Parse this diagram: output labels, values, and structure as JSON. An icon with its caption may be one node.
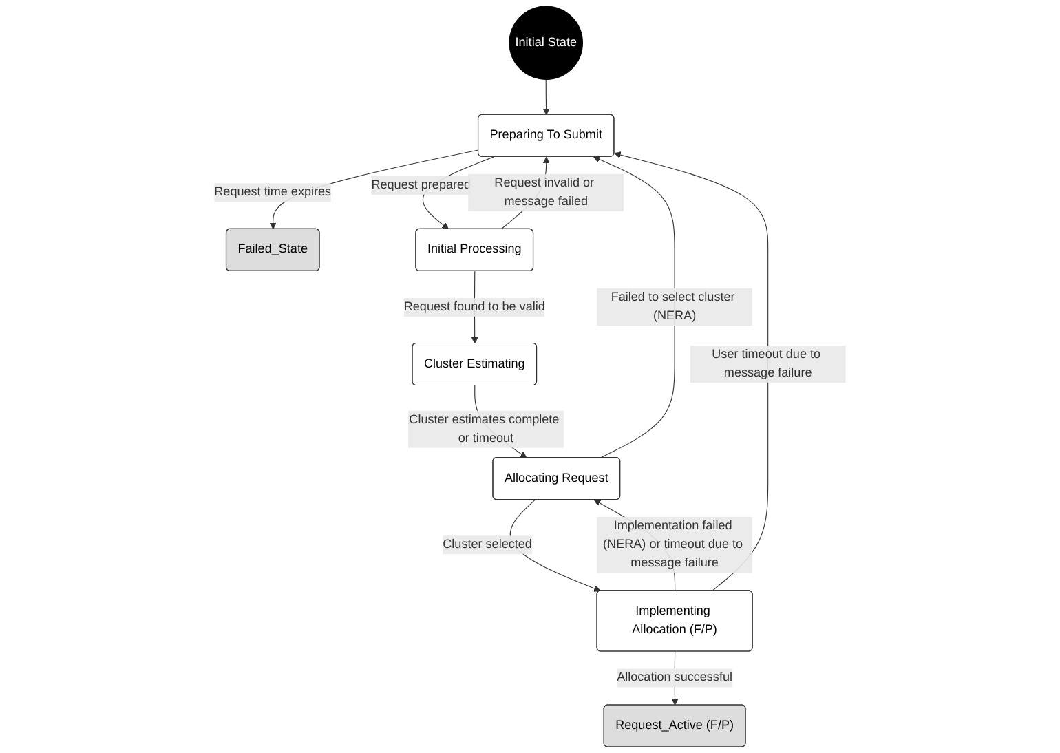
{
  "diagram": {
    "nodes": [
      {
        "text": [
          "Initial State"
        ]
      },
      {
        "text": [
          "Failed_State"
        ]
      },
      {
        "text": [
          "Request_Active (F/P)"
        ]
      },
      {
        "text": [
          "Preparing To Submit"
        ]
      },
      {
        "text": [
          "Implementing Allocation (F/P)"
        ]
      },
      {
        "text": [
          "Initial Processing"
        ]
      },
      {
        "text": [
          "Cluster Estimating"
        ]
      },
      {
        "text": [
          "Allocating Request"
        ]
      }
    ],
    "edges": [
      {
        "from": 0,
        "to": 3,
        "arrow": "to"
      },
      {
        "from": 3,
        "to": 1,
        "arrow": "to",
        "label": "Request time expires"
      },
      {
        "from": 4,
        "to": 3,
        "arrow": "to",
        "label": "User timeout due to message failure"
      },
      {
        "from": 3,
        "to": 5,
        "arrow": "to",
        "label": "Request prepared"
      },
      {
        "from": 5,
        "to": 3,
        "arrow": "to",
        "label": "Request invalid or message failed"
      },
      {
        "from": 7,
        "to": 3,
        "arrow": "to",
        "label": "Failed to select cluster (NERA)"
      },
      {
        "from": 5,
        "to": 6,
        "arrow": "to",
        "label": "Request found to be valid"
      },
      {
        "from": 6,
        "to": 7,
        "arrow": "to",
        "label": "Cluster estimates complete or timeout"
      },
      {
        "from": 7,
        "to": 4,
        "arrow": "to",
        "label": "Cluster selected"
      },
      {
        "from": 4,
        "to": 7,
        "arrow": "to",
        "label": "Implementation failed (NERA) or timeout due to message failure"
      },
      {
        "from": 4,
        "to": 2,
        "arrow": "to",
        "label": "Allocation successful"
      }
    ]
  }
}
